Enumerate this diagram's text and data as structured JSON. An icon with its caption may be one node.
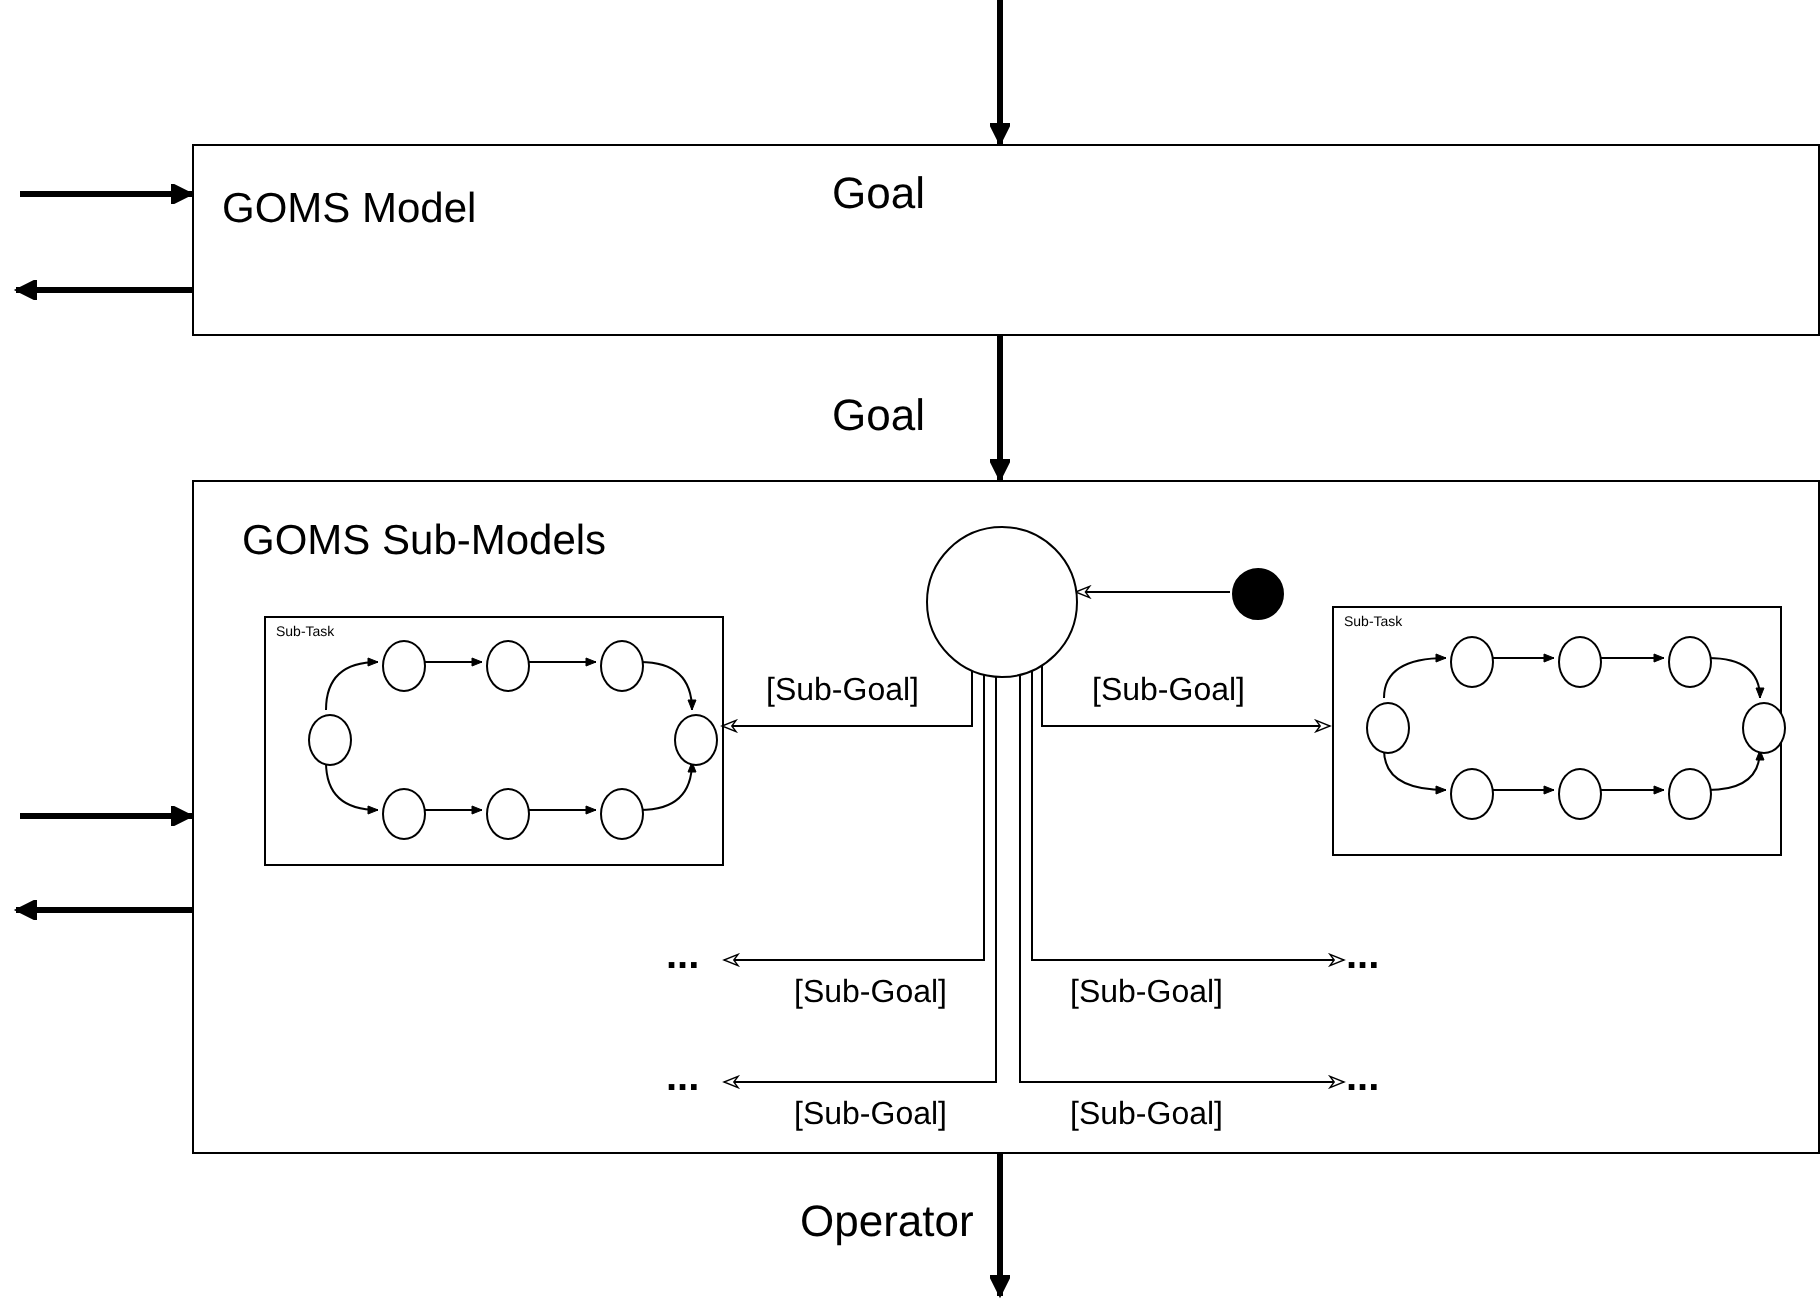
{
  "diagram": {
    "nodes": [
      {
        "text": [
          "GOMS Model"
        ]
      },
      {
        "text": [
          "GOMS Sub-Models"
        ]
      },
      {
        "text": [],
        "shape": "circle",
        "in": 1
      },
      {
        "text": [],
        "shape": "circle",
        "in": 1
      },
      {
        "text": [
          "Sub-Task"
        ],
        "in": 1
      },
      {
        "text": [],
        "shape": "circle",
        "in": 4
      },
      {
        "text": [],
        "shape": "circle",
        "in": 4
      },
      {
        "text": [],
        "shape": "circle",
        "in": 4
      },
      {
        "text": [],
        "shape": "circle",
        "in": 4
      },
      {
        "text": [],
        "shape": "circle",
        "in": 4
      },
      {
        "text": [],
        "shape": "circle",
        "in": 4
      },
      {
        "text": [],
        "shape": "circle",
        "in": 4
      },
      {
        "text": [],
        "shape": "circle",
        "in": 4
      },
      {
        "text": [
          "Sub-Task"
        ],
        "in": 1
      },
      {
        "text": [],
        "shape": "circle",
        "in": 13
      },
      {
        "text": [],
        "shape": "circle",
        "in": 13
      },
      {
        "text": [],
        "shape": "circle",
        "in": 13
      },
      {
        "text": [],
        "shape": "circle",
        "in": 13
      },
      {
        "text": [],
        "shape": "circle",
        "in": 13
      },
      {
        "text": [],
        "shape": "circle",
        "in": 13
      },
      {
        "text": [],
        "shape": "circle",
        "in": 13
      },
      {
        "text": [],
        "shape": "circle",
        "in": 13
      },
      {
        "text": [
          "..."
        ],
        "in": 1
      },
      {
        "text": [
          "..."
        ],
        "in": 1
      },
      {
        "text": [
          "..."
        ],
        "in": 1
      },
      {
        "text": [
          "..."
        ],
        "in": 1
      }
    ],
    "edges": [
      {
        "from": null,
        "to": 0,
        "arrow": "to",
        "label": "Goal",
        "style": "thick"
      },
      {
        "from": null,
        "to": 0,
        "arrow": "to",
        "style": "thick"
      },
      {
        "from": 0,
        "to": null,
        "arrow": "to",
        "style": "thick"
      },
      {
        "from": 0,
        "to": 1,
        "arrow": "to",
        "label": "Goal",
        "style": "thick"
      },
      {
        "from": null,
        "to": 1,
        "arrow": "to",
        "style": "thick"
      },
      {
        "from": 1,
        "to": null,
        "arrow": "to",
        "style": "thick"
      },
      {
        "from": 1,
        "to": null,
        "arrow": "to",
        "label": "Operator",
        "style": "thick"
      },
      {
        "from": 3,
        "to": 2,
        "arrow": "to"
      },
      {
        "from": 2,
        "to": 4,
        "arrow": "to",
        "label": "[Sub-Goal]"
      },
      {
        "from": 2,
        "to": 13,
        "arrow": "to",
        "label": "[Sub-Goal]"
      },
      {
        "from": 2,
        "to": 22,
        "arrow": "to",
        "label": "[Sub-Goal]"
      },
      {
        "from": 2,
        "to": 23,
        "arrow": "to",
        "label": "[Sub-Goal]"
      },
      {
        "from": 2,
        "to": 24,
        "arrow": "to",
        "label": "[Sub-Goal]"
      },
      {
        "from": 2,
        "to": 25,
        "arrow": "to",
        "label": "[Sub-Goal]"
      },
      {
        "from": 5,
        "to": 6,
        "arrow": "to"
      },
      {
        "from": 6,
        "to": 7,
        "arrow": "to"
      },
      {
        "from": 7,
        "to": 8,
        "arrow": "to"
      },
      {
        "from": 8,
        "to": 12,
        "arrow": "to"
      },
      {
        "from": 5,
        "to": 9,
        "arrow": "to"
      },
      {
        "from": 9,
        "to": 10,
        "arrow": "to"
      },
      {
        "from": 10,
        "to": 11,
        "arrow": "to"
      },
      {
        "from": 11,
        "to": 12,
        "arrow": "to"
      },
      {
        "from": 14,
        "to": 15,
        "arrow": "to"
      },
      {
        "from": 15,
        "to": 16,
        "arrow": "to"
      },
      {
        "from": 16,
        "to": 17,
        "arrow": "to"
      },
      {
        "from": 17,
        "to": 21,
        "arrow": "to"
      },
      {
        "from": 14,
        "to": 18,
        "arrow": "to"
      },
      {
        "from": 18,
        "to": 19,
        "arrow": "to"
      },
      {
        "from": 19,
        "to": 20,
        "arrow": "to"
      },
      {
        "from": 20,
        "to": 21,
        "arrow": "to"
      }
    ]
  }
}
